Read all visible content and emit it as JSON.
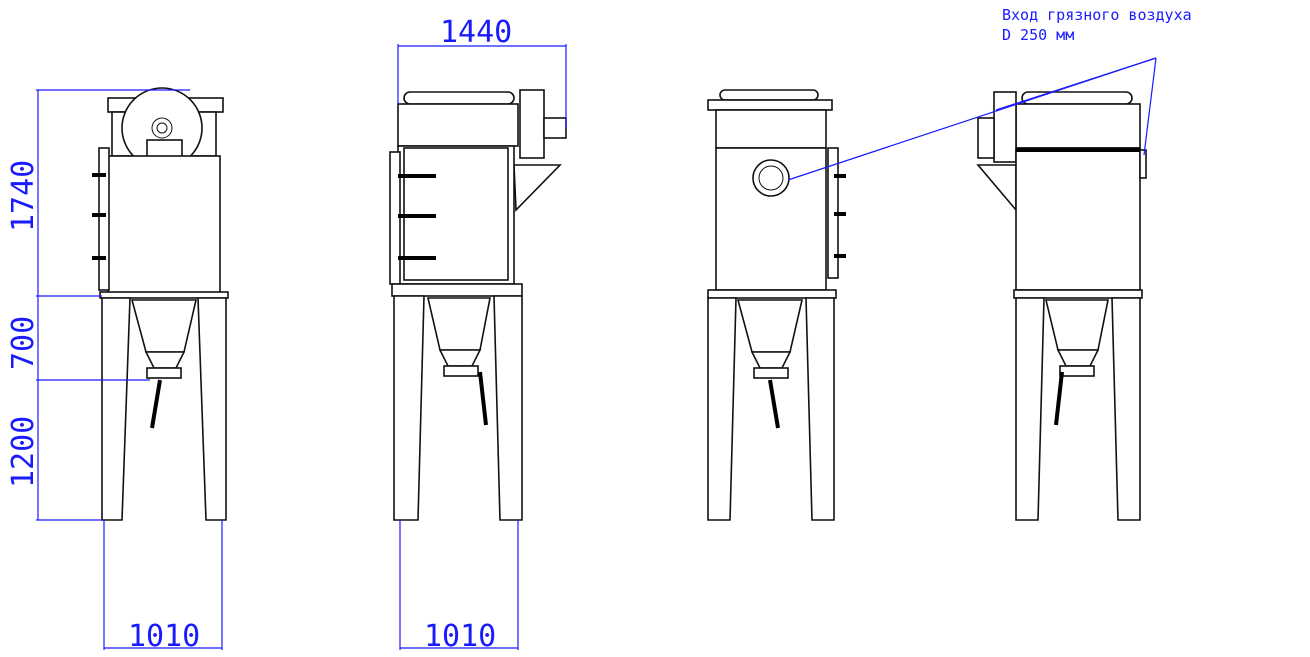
{
  "colors": {
    "dimension": "#1a1aff",
    "outline": "#111111",
    "background": "#ffffff"
  },
  "views": {
    "front": {
      "dim_total_height": "1740",
      "dim_hopper_height": "700",
      "dim_leg_height": "1200",
      "dim_width": "1010"
    },
    "side_left": {
      "dim_top_width": "1440",
      "dim_width": "1010"
    },
    "back": {},
    "side_right": {}
  },
  "callout": {
    "line1": "Вход грязного воздуха",
    "line2": "D 250 мм"
  }
}
